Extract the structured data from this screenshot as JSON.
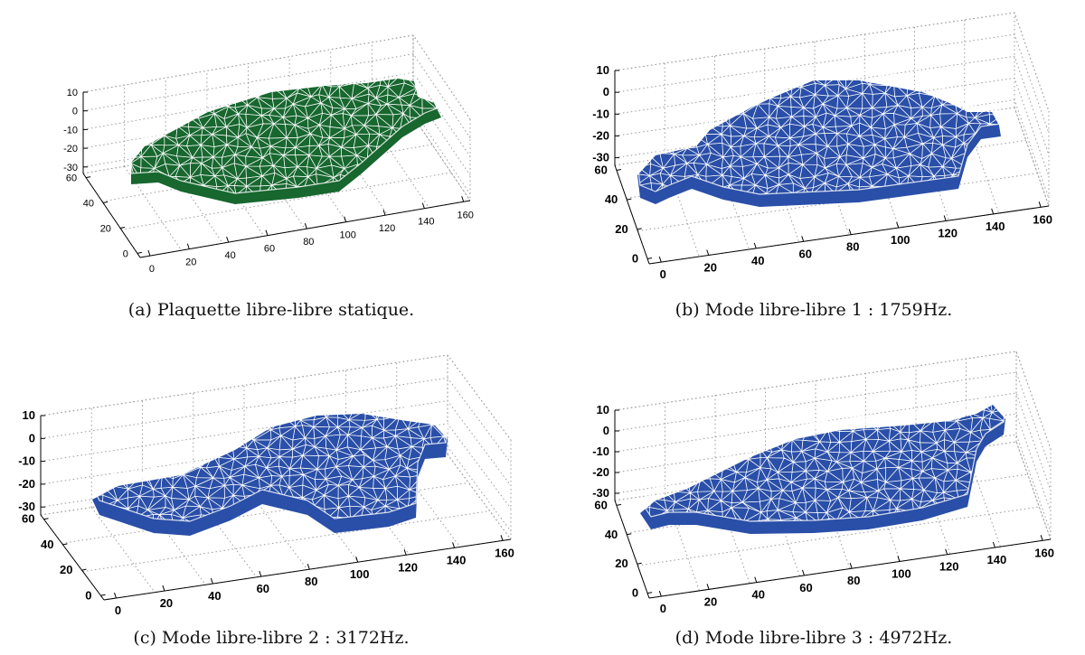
{
  "figure": {
    "panels": [
      {
        "id": "a",
        "caption": "(a) Plaquette libre-libre statique.",
        "colored": false,
        "base_color": "#1f7d3c",
        "z_ticks": [
          "10",
          "0",
          "-10",
          "-20",
          "-30"
        ],
        "y_ticks": [
          "60",
          "40",
          "20",
          "0"
        ],
        "x_ticks": [
          "0",
          "20",
          "40",
          "60",
          "80",
          "100",
          "120",
          "140",
          "160"
        ]
      },
      {
        "id": "b",
        "caption": "(b) Mode libre-libre 1 : 1759Hz.",
        "colored": true,
        "base_color": "#2e55b8",
        "z_ticks": [
          "10",
          "0",
          "-10",
          "-20",
          "-30"
        ],
        "y_ticks": [
          "60",
          "40",
          "20",
          "0"
        ],
        "x_ticks": [
          "0",
          "20",
          "40",
          "60",
          "80",
          "100",
          "120",
          "140",
          "160"
        ]
      },
      {
        "id": "c",
        "caption": "(c) Mode libre-libre 2 : 3172Hz.",
        "colored": true,
        "base_color": "#2e55b8",
        "z_ticks": [
          "10",
          "0",
          "-10",
          "-20",
          "-30"
        ],
        "y_ticks": [
          "60",
          "40",
          "20",
          "0"
        ],
        "x_ticks": [
          "0",
          "20",
          "40",
          "60",
          "80",
          "100",
          "120",
          "140",
          "160"
        ]
      },
      {
        "id": "d",
        "caption": "(d) Mode libre-libre 3 : 4972Hz.",
        "colored": true,
        "base_color": "#2e55b8",
        "z_ticks": [
          "10",
          "0",
          "-10",
          "-20",
          "-30"
        ],
        "y_ticks": [
          "60",
          "40",
          "20",
          "0"
        ],
        "x_ticks": [
          "0",
          "20",
          "40",
          "60",
          "80",
          "100",
          "120",
          "140",
          "160"
        ]
      }
    ]
  }
}
